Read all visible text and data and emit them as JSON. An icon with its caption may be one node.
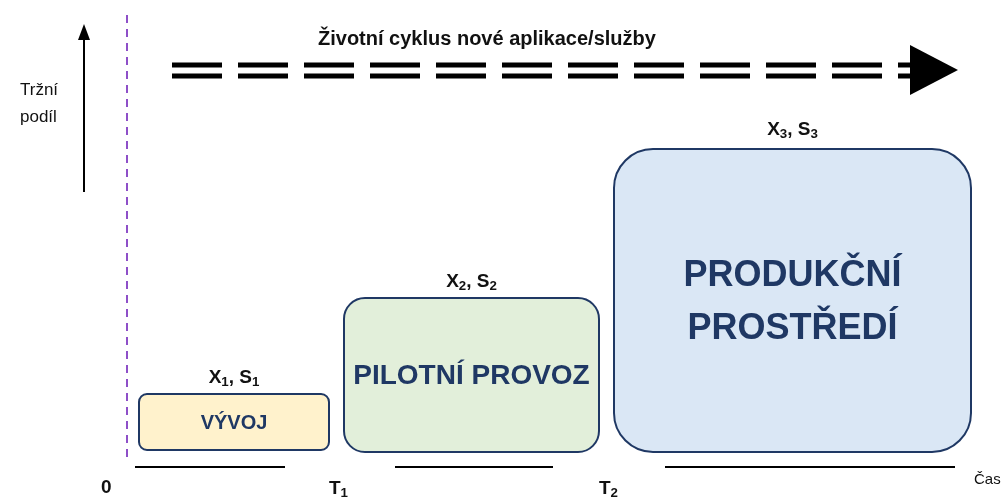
{
  "diagram": {
    "title": "Životní cyklus nové aplikace/služby",
    "nodes": [
      {
        "text": [
          "X$_{1}$, S$_{1}$",
          "VÝVOJ"
        ]
      },
      {
        "text": [
          "X$_{2}$, S$_{2}$",
          "PILOTNÍ PROVOZ"
        ]
      },
      {
        "text": [
          "X$_{3}$, S$_{3}$",
          "PRODUKČNÍ PROSTŘEDÍ"
        ]
      }
    ],
    "edges": [],
    "labels": [
      "Tržní podíl",
      "0",
      "T$_{1}$",
      "T$_{2}$",
      "Čas"
    ]
  }
}
